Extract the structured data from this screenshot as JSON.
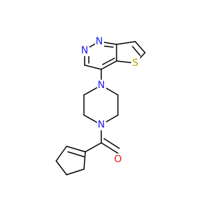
{
  "molecule": {
    "atoms": {
      "n1": "N",
      "n3": "N",
      "s1": "S",
      "n_pip_top": "N",
      "n_pip_bottom": "N",
      "o1": "O"
    },
    "colors": {
      "nitrogen": "#2222ee",
      "sulfur": "#b8a000",
      "oxygen": "#ee1111",
      "bond": "#000000"
    }
  }
}
